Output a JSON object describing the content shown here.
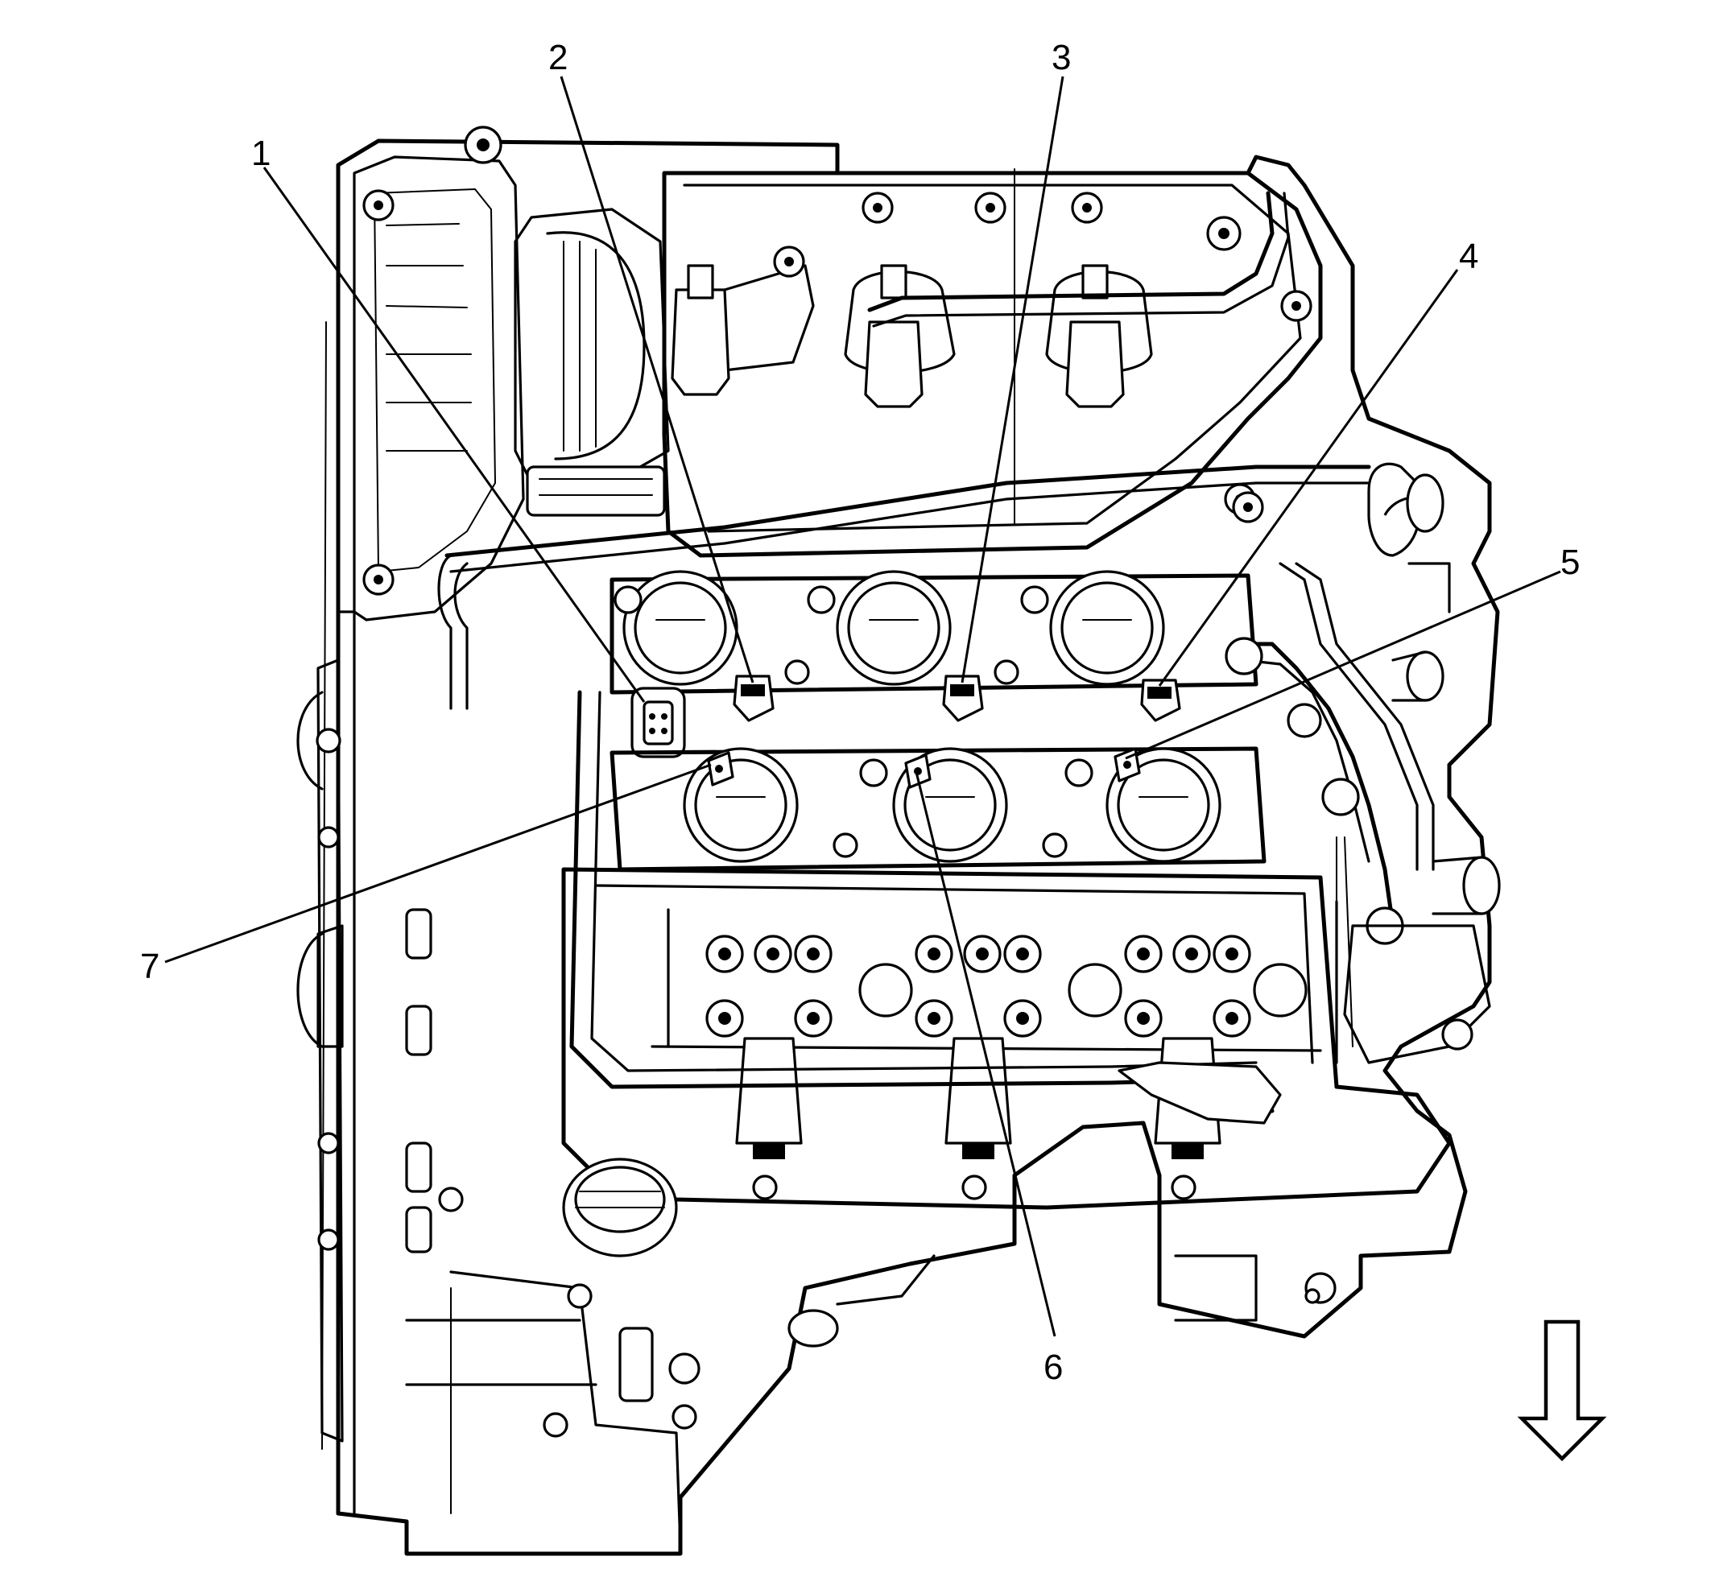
{
  "figure": {
    "subject": "engine-assembly",
    "view_arrow": "down-arrow-icon"
  },
  "callouts": [
    {
      "id": "1",
      "label": "1"
    },
    {
      "id": "2",
      "label": "2"
    },
    {
      "id": "3",
      "label": "3"
    },
    {
      "id": "4",
      "label": "4"
    },
    {
      "id": "5",
      "label": "5"
    },
    {
      "id": "6",
      "label": "6"
    },
    {
      "id": "7",
      "label": "7"
    }
  ]
}
